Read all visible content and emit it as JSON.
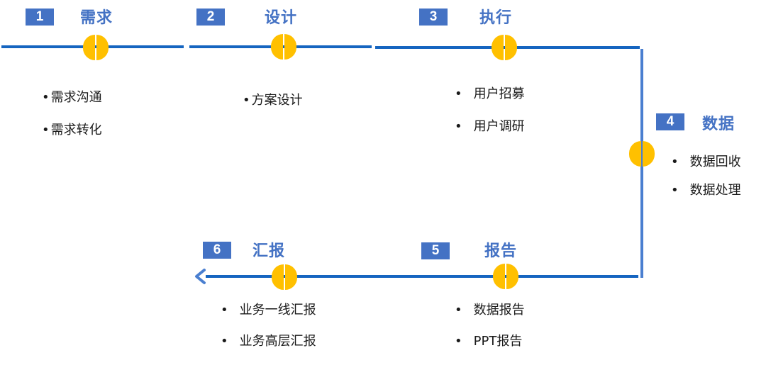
{
  "diagram": {
    "colors": {
      "line": "#1565c0",
      "badge": "#4472c4",
      "title": "#4472c4",
      "node": "#ffc000"
    },
    "steps": [
      {
        "number": "1",
        "title": "需求",
        "items": [
          "需求沟通",
          "需求转化"
        ]
      },
      {
        "number": "2",
        "title": "设计",
        "items": [
          "方案设计"
        ]
      },
      {
        "number": "3",
        "title": "执行",
        "items": [
          "用户招募",
          "用户调研"
        ]
      },
      {
        "number": "4",
        "title": "数据",
        "items": [
          "数据回收",
          "数据处理"
        ]
      },
      {
        "number": "5",
        "title": "报告",
        "items": [
          "数据报告",
          "PPT报告"
        ]
      },
      {
        "number": "6",
        "title": "汇报",
        "items": [
          "业务一线汇报",
          "业务高层汇报"
        ]
      }
    ],
    "end_icon": "arrow-left-icon"
  }
}
